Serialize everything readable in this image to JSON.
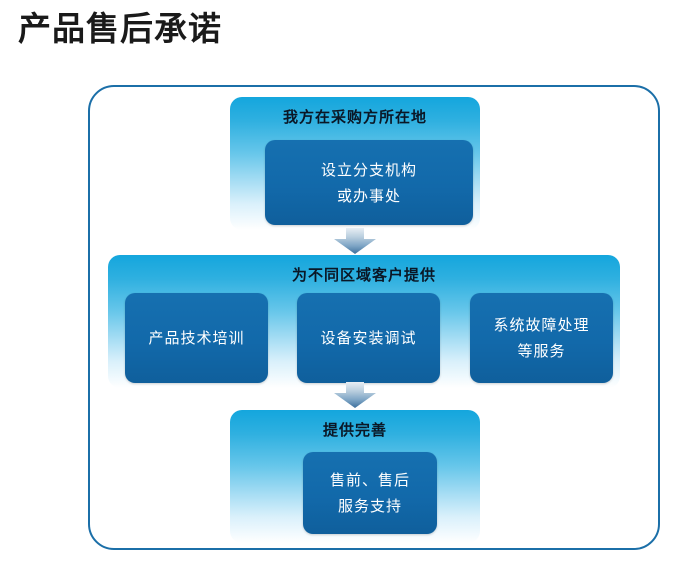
{
  "title": "产品售后承诺",
  "diagram": {
    "frame_border_color": "#1b6fa8",
    "stage_gradient_top_color": "#14a6dd",
    "node_color": "#1269aa",
    "header_text_color": "#0a1726",
    "node_text_color": "#ffffff",
    "stages": [
      {
        "id": "stage-1",
        "header": "我方在采购方所在地",
        "nodes": [
          {
            "id": "node-1",
            "label": "设立分支机构\n或办事处"
          }
        ]
      },
      {
        "id": "stage-2",
        "header": "为不同区域客户提供",
        "nodes": [
          {
            "id": "node-2a",
            "label": "产品技术培训"
          },
          {
            "id": "node-2b",
            "label": "设备安装调试"
          },
          {
            "id": "node-2c",
            "label": "系统故障处理\n等服务"
          }
        ]
      },
      {
        "id": "stage-3",
        "header": "提供完善",
        "nodes": [
          {
            "id": "node-3",
            "label": "售前、售后\n服务支持"
          }
        ]
      }
    ],
    "connectors": [
      {
        "id": "arrow-1",
        "icon": "arrow-down-icon",
        "from": "stage-1",
        "to": "stage-2"
      },
      {
        "id": "arrow-2",
        "icon": "arrow-down-icon",
        "from": "stage-2",
        "to": "stage-3"
      }
    ]
  }
}
